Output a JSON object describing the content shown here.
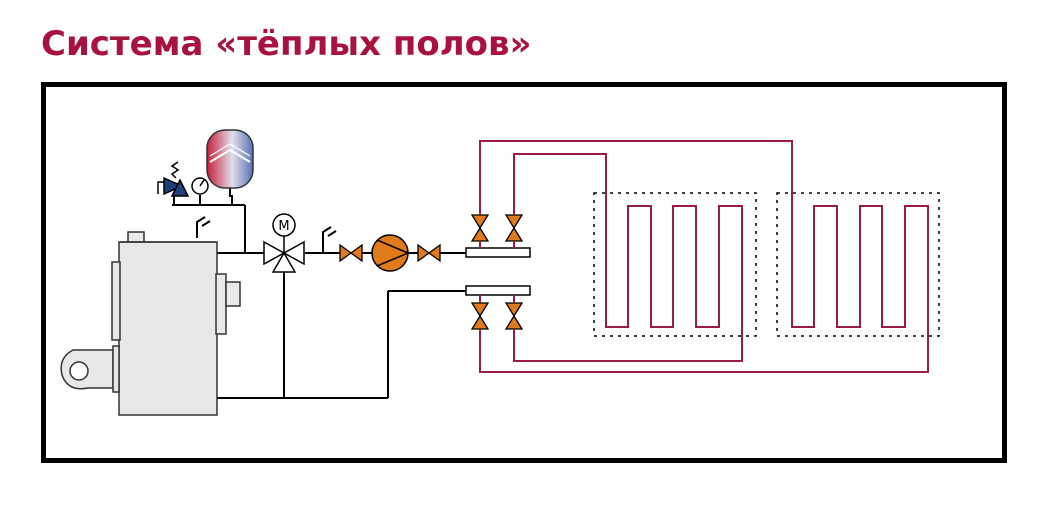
{
  "title": "Система «тёплых полов»",
  "motor_label": "M",
  "colors": {
    "title": "#a8123e",
    "floor_loop": "#9a1b4a",
    "pipe": "#000000",
    "valve_fill": "#e07b1c",
    "pump_fill": "#e07b1c",
    "boiler_fill": "#e8e8e8",
    "tank_gradient": [
      "#c81e3c",
      "#e0e0ea",
      "#5a6fb5"
    ]
  },
  "components": [
    {
      "id": "boiler",
      "icon": "boiler"
    },
    {
      "id": "burner-fan",
      "icon": "fan"
    },
    {
      "id": "expansion-tank",
      "icon": "tank"
    },
    {
      "id": "safety-valve",
      "icon": "safety-valve"
    },
    {
      "id": "pressure-gauge",
      "icon": "gauge"
    },
    {
      "id": "three-way-mixing-valve",
      "icon": "three-way-valve"
    },
    {
      "id": "circulation-pump",
      "icon": "pump"
    },
    {
      "id": "supply-manifold",
      "icon": "manifold"
    },
    {
      "id": "return-manifold",
      "icon": "manifold"
    },
    {
      "id": "floor-loop-1",
      "icon": "heating-loop"
    },
    {
      "id": "floor-loop-2",
      "icon": "heating-loop"
    }
  ]
}
